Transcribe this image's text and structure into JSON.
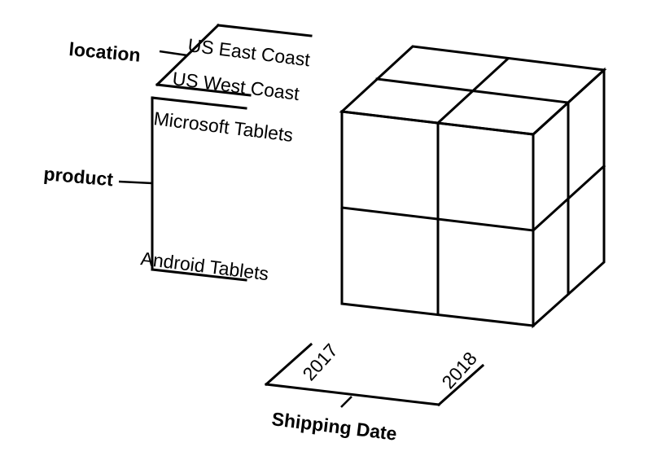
{
  "dimensions": {
    "location": {
      "name": "location",
      "members": [
        "US East Coast",
        "US West Coast"
      ]
    },
    "product": {
      "name": "product",
      "members": [
        "Microsoft Tablets",
        "Android Tablets"
      ]
    },
    "shipping_date": {
      "name": "Shipping Date",
      "members": [
        "2017",
        "2018"
      ]
    }
  }
}
